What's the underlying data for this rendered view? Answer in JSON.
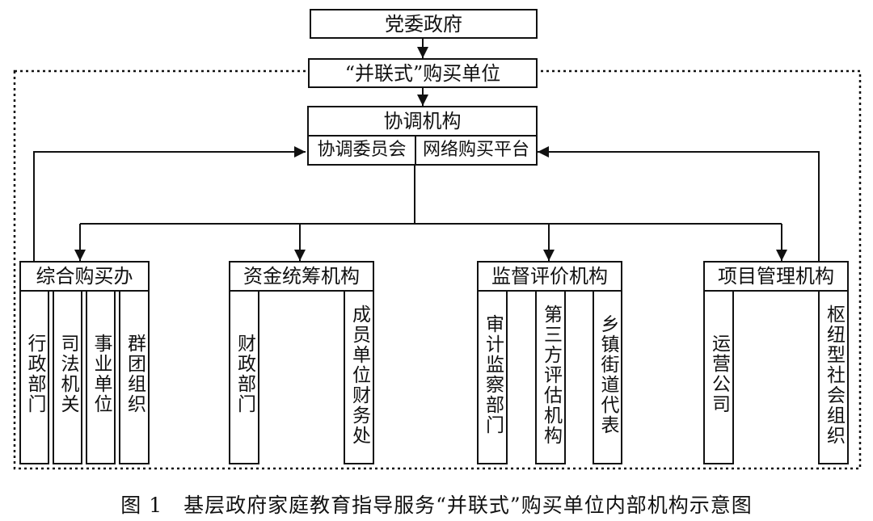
{
  "top_box": "党委政府",
  "purchase_unit": "“并联式”购买单位",
  "coord": {
    "title": "协调机构",
    "left": "协调委员会",
    "right": "网络购买平台"
  },
  "groups": [
    {
      "title": "综合购买办",
      "members": [
        "行政部门",
        "司法机关",
        "事业单位",
        "群团组织"
      ]
    },
    {
      "title": "资金统筹机构",
      "members": [
        "财政部门",
        "成员单位财务处"
      ]
    },
    {
      "title": "监督评价机构",
      "members": [
        "审计监察部门",
        "第三方评估机构",
        "乡镇街道代表"
      ]
    },
    {
      "title": "项目管理机构",
      "members": [
        "运营公司",
        "枢纽型社会组织"
      ]
    }
  ],
  "caption": {
    "number": "图 1",
    "text": "基层政府家庭教育指导服务“并联式”购买单位内部机构示意图"
  }
}
